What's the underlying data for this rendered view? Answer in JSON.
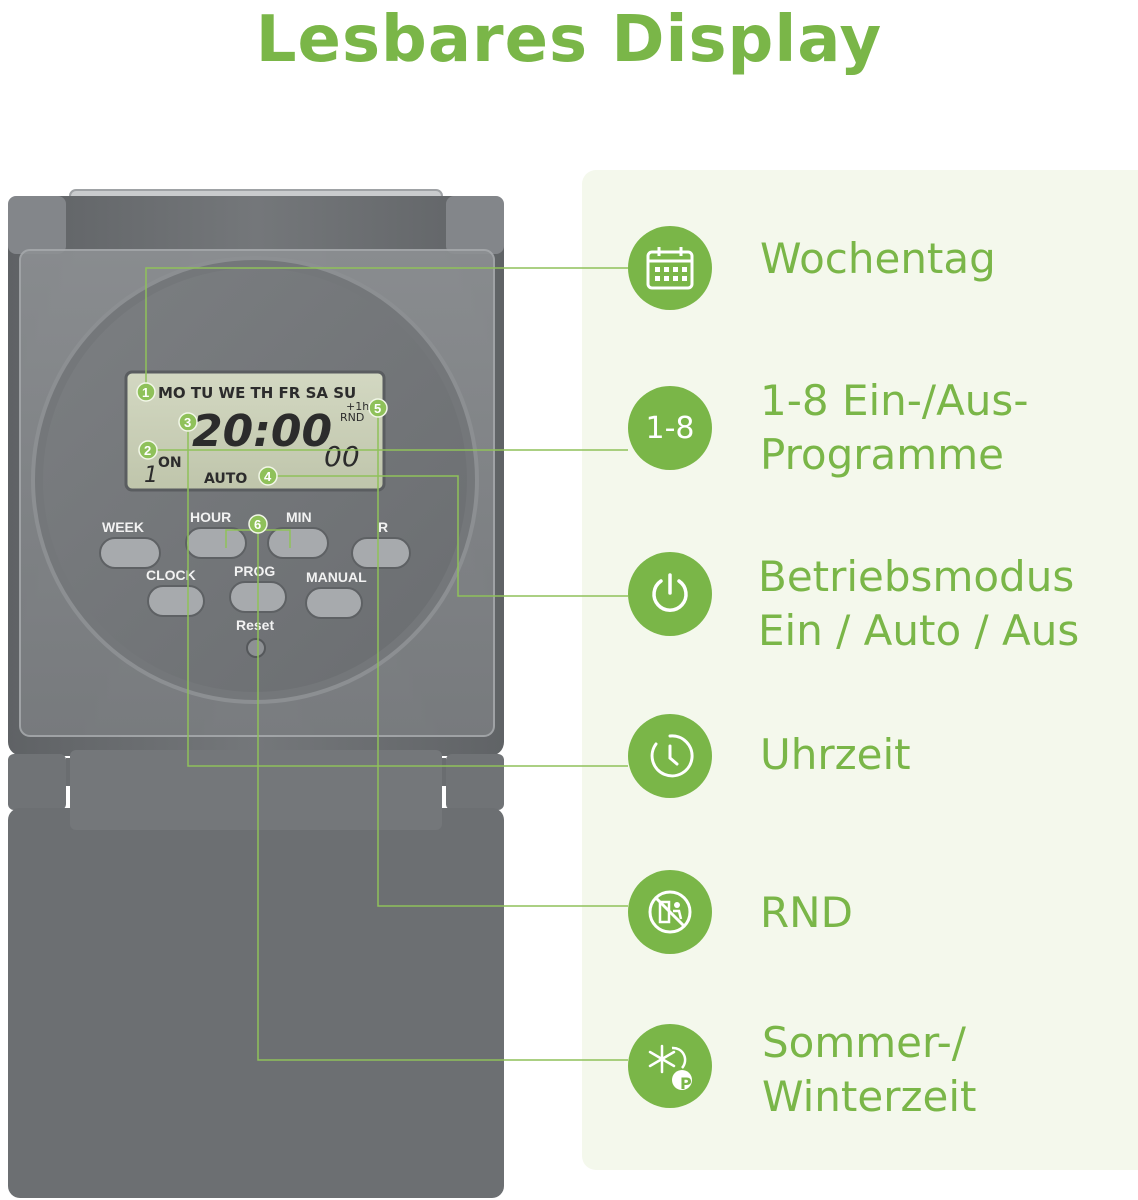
{
  "title": "Lesbares Display",
  "display": {
    "days": "MO TU WE TH FR SA SU",
    "time": "20:00",
    "seconds": "00",
    "program_num": "1",
    "on_label": "ON",
    "auto_label": "AUTO",
    "plus1h": "+1h",
    "rnd": "RND"
  },
  "buttons": {
    "week": "WEEK",
    "hour": "HOUR",
    "min": "MIN",
    "r": "R",
    "clock": "CLOCK",
    "prog": "PROG",
    "manual": "MANUAL",
    "reset": "Reset"
  },
  "badges": [
    "1",
    "2",
    "3",
    "4",
    "5",
    "6"
  ],
  "features": [
    {
      "icon": "calendar-icon",
      "line1": "Wochentag",
      "line2": ""
    },
    {
      "icon": "program-count-icon",
      "icon_text": "1-8",
      "line1": "1-8 Ein-/Aus-",
      "line2": "Programme"
    },
    {
      "icon": "power-icon",
      "line1": "Betriebsmodus",
      "line2": "Ein / Auto / Aus"
    },
    {
      "icon": "clock-icon",
      "line1": "Uhrzeit",
      "line2": ""
    },
    {
      "icon": "random-mode-icon",
      "line1": "RND",
      "line2": ""
    },
    {
      "icon": "summer-winter-icon",
      "icon_text": "P",
      "line1": "Sommer-/",
      "line2": "Winterzeit"
    }
  ],
  "colors": {
    "accent": "#7ab648",
    "panel": "#f4f8ec",
    "device_body": "#6e7174",
    "lcd": "#c9cfb6"
  }
}
